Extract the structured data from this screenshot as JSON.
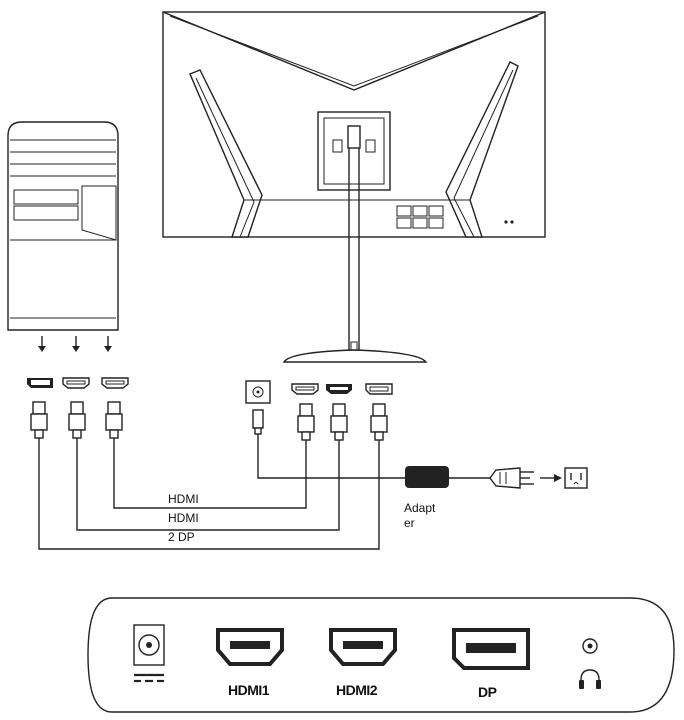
{
  "cable_labels": {
    "hdmi1_line1": "HDMI",
    "hdmi1_line2": "HDMI",
    "hdmi2_dp": "2 DP",
    "adapter_line1": "Adapt",
    "adapter_line2": "er"
  },
  "port_panel": {
    "hdmi1": "HDMI1",
    "hdmi2": "HDMI2",
    "dp": "DP"
  },
  "icons": {
    "dc_power_port": "dc-power-icon",
    "headphone_jack": "headphone-icon",
    "wall_outlet": "outlet-icon"
  },
  "colors": {
    "line": "#222222",
    "background": "#ffffff"
  }
}
